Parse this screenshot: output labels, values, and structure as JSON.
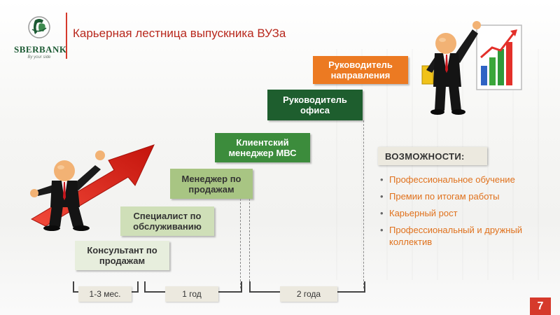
{
  "header": {
    "title": "Карьерная лестница выпускника ВУЗа",
    "logo": {
      "name": "SBERBANK",
      "tagline": "By your side"
    }
  },
  "ladder": {
    "steps": [
      {
        "label": "Консультант по продажам"
      },
      {
        "label": "Специалист по обслуживанию"
      },
      {
        "label": "Менеджер по продажам"
      },
      {
        "label": "Клиентский менеджер МВС"
      },
      {
        "label": "Руководитель офиса"
      },
      {
        "label": "Руководитель направления"
      }
    ],
    "durations": [
      {
        "label": "1-3 мес."
      },
      {
        "label": "1 год"
      },
      {
        "label": "2 года"
      }
    ]
  },
  "opportunities": {
    "heading": "ВОЗМОЖНОСТИ:",
    "items": [
      "Профессиональное обучение",
      "Премии по итогам работы",
      "Карьерный рост",
      "Профессиональный и дружный коллектив"
    ]
  },
  "page_number": "7",
  "colors": {
    "accent_red": "#d63a2c",
    "title_red": "#b8281d",
    "orange": "#ec7a22",
    "dark_green": "#1e5e2e",
    "green": "#3c8c3c",
    "light_green": "#a8c583",
    "sber_green": "#1c5a33"
  },
  "icons": [
    "sberbank-logo",
    "businessman-figure",
    "red-growth-arrow",
    "growth-bar-chart"
  ]
}
